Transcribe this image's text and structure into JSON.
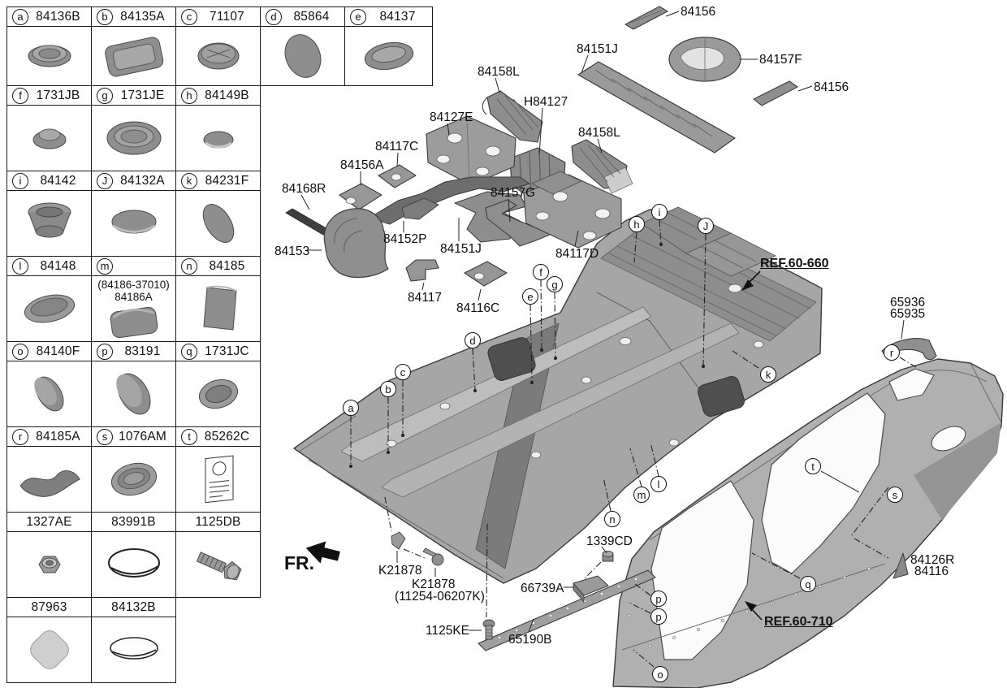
{
  "parts_table": {
    "rows": [
      {
        "cells": [
          {
            "letter": "a",
            "part": "84136B"
          },
          {
            "letter": "b",
            "part": "84135A"
          },
          {
            "letter": "c",
            "part": "71107"
          },
          {
            "letter": "d",
            "part": "85864"
          },
          {
            "letter": "e",
            "part": "84137"
          }
        ]
      },
      {
        "cells": [
          {
            "letter": "f",
            "part": "1731JB"
          },
          {
            "letter": "g",
            "part": "1731JE"
          },
          {
            "letter": "h",
            "part": "84149B"
          }
        ]
      },
      {
        "cells": [
          {
            "letter": "i",
            "part": "84142"
          },
          {
            "letter": "J",
            "part": "84132A"
          },
          {
            "letter": "k",
            "part": "84231F"
          }
        ]
      },
      {
        "cells": [
          {
            "letter": "l",
            "part": "84148"
          },
          {
            "letter": "m",
            "part": "",
            "note_line1": "(84186-37010)",
            "note_line2": "84186A"
          },
          {
            "letter": "n",
            "part": "84185"
          }
        ]
      },
      {
        "cells": [
          {
            "letter": "o",
            "part": "84140F"
          },
          {
            "letter": "p",
            "part": "83191"
          },
          {
            "letter": "q",
            "part": "1731JC"
          }
        ]
      },
      {
        "cells": [
          {
            "letter": "r",
            "part": "84185A"
          },
          {
            "letter": "s",
            "part": "1076AM"
          },
          {
            "letter": "t",
            "part": "85262C"
          }
        ]
      },
      {
        "cells": [
          {
            "part": "1327AE"
          },
          {
            "part": "83991B"
          },
          {
            "part": "1125DB"
          }
        ]
      },
      {
        "cells": [
          {
            "part": "87963"
          },
          {
            "part": "84132B"
          }
        ]
      }
    ]
  },
  "diagram": {
    "labels": {
      "l84156_top": "84156",
      "l84151J_top": "84151J",
      "l84157F": "84157F",
      "l84156_right": "84156",
      "l84158L_1": "84158L",
      "lH84127": "H84127",
      "l84127E": "84127E",
      "l84158L_2": "84158L",
      "l84117C": "84117C",
      "l84156A": "84156A",
      "l84168R": "84168R",
      "l84157G": "84157G",
      "l84153": "84153",
      "l84152P": "84152P",
      "l84151J_2": "84151J",
      "l84117D": "84117D",
      "l84117": "84117",
      "l84116C": "84116C",
      "l65936": "65936",
      "l65935": "65935",
      "l1339CD": "1339CD",
      "lK21878_1": "K21878",
      "lK21878_2": "K21878",
      "lK21878_2b": "(11254-06207K)",
      "l66739A": "66739A",
      "l1125KE": "1125KE",
      "l65190B": "65190B",
      "l84126R": "84126R",
      "l84116": "84116",
      "ref60660": "REF.60-660",
      "ref60710": "REF.60-710",
      "fr": "FR."
    },
    "callouts": [
      "a",
      "b",
      "c",
      "d",
      "e",
      "f",
      "g",
      "h",
      "i",
      "J",
      "k",
      "l",
      "m",
      "n",
      "o",
      "p",
      "p",
      "q",
      "r",
      "s",
      "t"
    ],
    "colors": {
      "part_gray": "#9a9a9a",
      "line": "#3c3c3c",
      "text": "#0d0d0d"
    }
  }
}
